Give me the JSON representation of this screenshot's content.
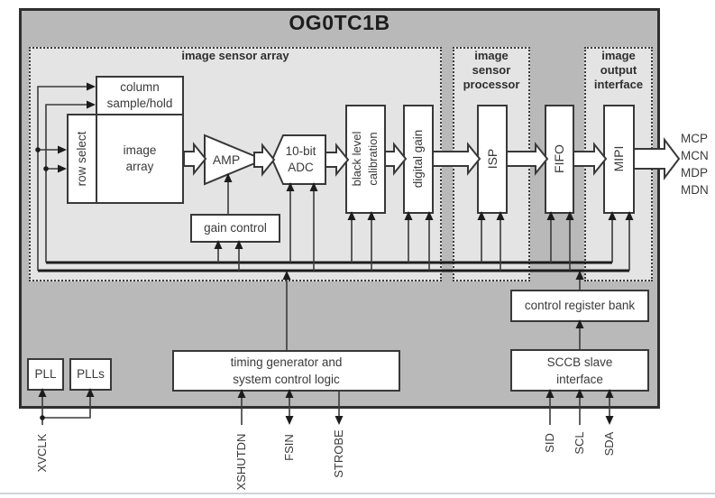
{
  "title": "OG0TC1B",
  "groups": {
    "sensor_array": {
      "label": "image sensor array"
    },
    "processor": {
      "lines": [
        "image",
        "sensor",
        "processor"
      ]
    },
    "output_interface": {
      "lines": [
        "image",
        "output",
        "interface"
      ]
    }
  },
  "blocks": {
    "column_sample_hold": {
      "lines": [
        "column",
        "sample/hold"
      ]
    },
    "row_select": {
      "label": "row select"
    },
    "image_array": {
      "lines": [
        "image",
        "array"
      ]
    },
    "amp": {
      "label": "AMP"
    },
    "gain_control": {
      "label": "gain control"
    },
    "adc": {
      "lines": [
        "10-bit",
        "ADC"
      ]
    },
    "black_level_calibration": {
      "lines": [
        "black level",
        "calibration"
      ]
    },
    "digital_gain": {
      "label": "digital gain"
    },
    "isp": {
      "label": "ISP"
    },
    "fifo": {
      "label": "FIFO"
    },
    "mipi": {
      "label": "MIPI"
    },
    "timing_generator": {
      "lines": [
        "timing generator and",
        "system control logic"
      ]
    },
    "control_register_bank": {
      "label": "control register bank"
    },
    "sccb_slave_interface": {
      "lines": [
        "SCCB slave",
        "interface"
      ]
    },
    "pll": {
      "label": "PLL"
    },
    "plls": {
      "label": "PLLs"
    }
  },
  "pins": {
    "xvclk": {
      "label": "XVCLK"
    },
    "xshutdn": {
      "label": "XSHUTDN"
    },
    "fsin": {
      "label": "FSIN"
    },
    "strobe": {
      "label": "STROBE"
    },
    "sid": {
      "label": "SID"
    },
    "scl": {
      "label": "SCL"
    },
    "sda": {
      "label": "SDA"
    }
  },
  "outputs": [
    {
      "label": "MCP"
    },
    {
      "label": "MCN"
    },
    {
      "label": "MDP"
    },
    {
      "label": "MDN"
    }
  ],
  "colors": {
    "chip_fill": "#b9b9b9",
    "group_fill": "#e4e4e4",
    "block_fill": "#ffffff",
    "line": "#2f2f2f",
    "text": "#3a3a3a"
  }
}
